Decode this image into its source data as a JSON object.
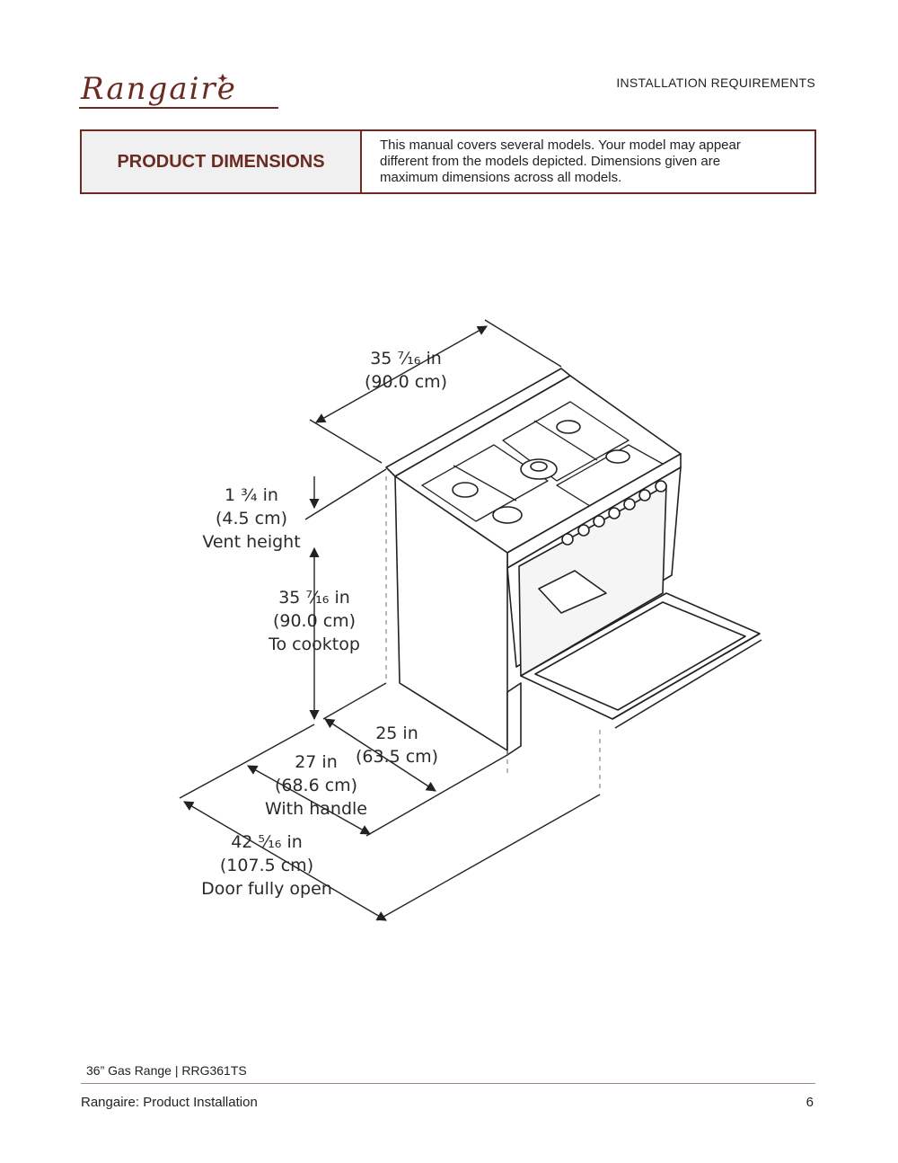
{
  "header": {
    "logo_text": "Rangaire",
    "section_label": "INSTALLATION REQUIREMENTS"
  },
  "heading": {
    "title": "PRODUCT DIMENSIONS",
    "note_line1": "This manual covers several models. Your model may appear",
    "note_line2": "different from the models depicted. Dimensions given are",
    "note_line3": "maximum dimensions across all models."
  },
  "diagram": {
    "width": {
      "line1": "35 ⁷⁄₁₆ in",
      "line2": "(90.0 cm)"
    },
    "vent": {
      "line1": "1 ¾ in",
      "line2": "(4.5 cm)",
      "line3": "Vent height"
    },
    "cooktop": {
      "line1": "35 ⁷⁄₁₆ in",
      "line2": "(90.0 cm)",
      "line3": "To cooktop"
    },
    "depth": {
      "line1": "25 in",
      "line2": "(63.5 cm)"
    },
    "handle": {
      "line1": "27 in",
      "line2": "(68.6 cm)",
      "line3": "With handle"
    },
    "door": {
      "line1": "42 ⁵⁄₁₆ in",
      "line2": "(107.5 cm)",
      "line3": "Door fully open"
    }
  },
  "footer": {
    "model": "36” Gas Range | RRG361TS",
    "left": "Rangaire: Product Installation",
    "page": "6"
  },
  "colors": {
    "brand": "#6b2a22",
    "header_bg": "#f0f0f0"
  }
}
